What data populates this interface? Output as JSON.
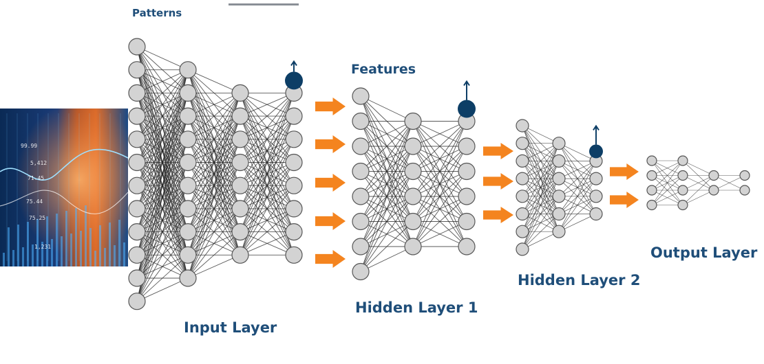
{
  "labels": {
    "patterns": "Patterns",
    "features": "Features",
    "input_layer": "Input Layer",
    "hidden_layer_1": "Hidden Layer 1",
    "hidden_layer_2": "Hidden Layer 2",
    "output_layer": "Output Layer"
  },
  "chart_overlay_text": [
    "99.99",
    "5,412",
    "71.45",
    "75.44",
    "75.25",
    "1,231"
  ],
  "colors": {
    "label": "#1f4e79",
    "accent_dot": "#0d3e66",
    "arrow": "#f4841f",
    "node_fill": "#d3d3d3",
    "node_stroke": "#555555",
    "edge": "#222222"
  },
  "networks": [
    {
      "name": "input-layer-network",
      "layers": [
        12,
        10,
        8,
        8
      ]
    },
    {
      "name": "hidden-layer-1-network",
      "layers": [
        8,
        6,
        6
      ]
    },
    {
      "name": "hidden-layer-2-network",
      "layers": [
        8,
        6,
        4
      ]
    },
    {
      "name": "output-layer-network",
      "layers": [
        4,
        4,
        2,
        2
      ]
    }
  ],
  "arrow_groups": [
    {
      "name": "input-to-hidden1-arrows",
      "count": 5
    },
    {
      "name": "hidden1-to-hidden2-arrows",
      "count": 3
    },
    {
      "name": "hidden2-to-output-arrows",
      "count": 2
    }
  ]
}
